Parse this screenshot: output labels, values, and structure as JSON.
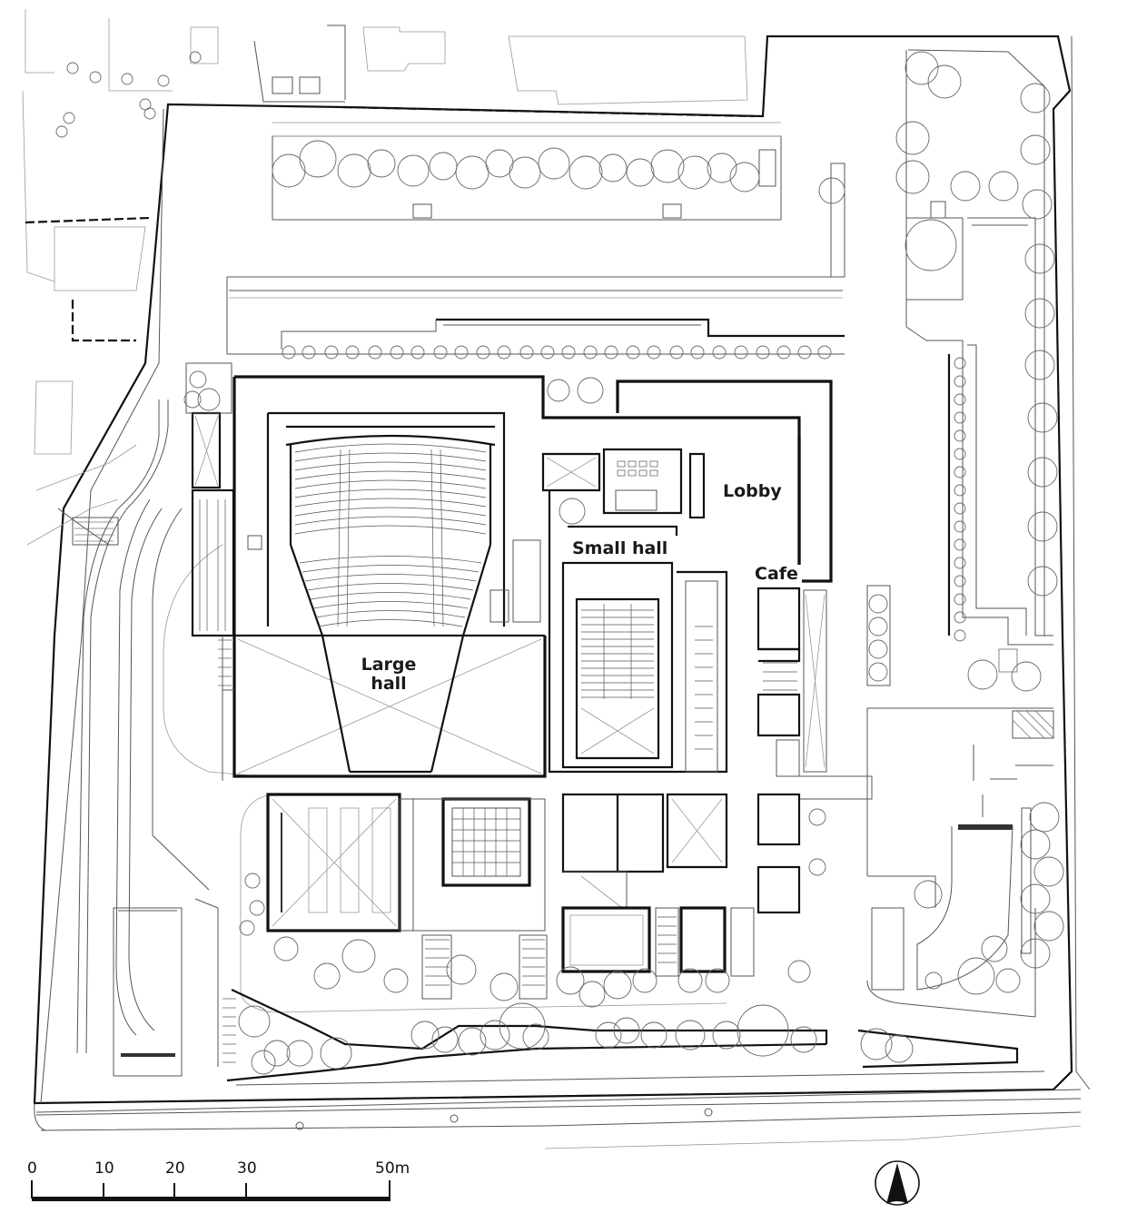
{
  "drawing": {
    "type": "site-and-ground-floor-plan",
    "rooms": [
      {
        "id": "large-hall",
        "label_line1": "Large",
        "label_line2": "hall"
      },
      {
        "id": "small-hall",
        "label": "Small hall"
      },
      {
        "id": "lobby",
        "label": "Lobby"
      },
      {
        "id": "cafe",
        "label": "Cafe"
      }
    ]
  },
  "scale_bar": {
    "ticks": [
      "0",
      "10",
      "20",
      "30",
      "50m"
    ],
    "unit": "m",
    "max_value": 50
  },
  "north_arrow": {
    "icon": "north-arrow-icon",
    "direction": "up"
  },
  "colors": {
    "line": "#111111",
    "thin_line": "#555555",
    "light_line": "#999999",
    "background": "#ffffff",
    "label_text": "#1a1a1a"
  }
}
